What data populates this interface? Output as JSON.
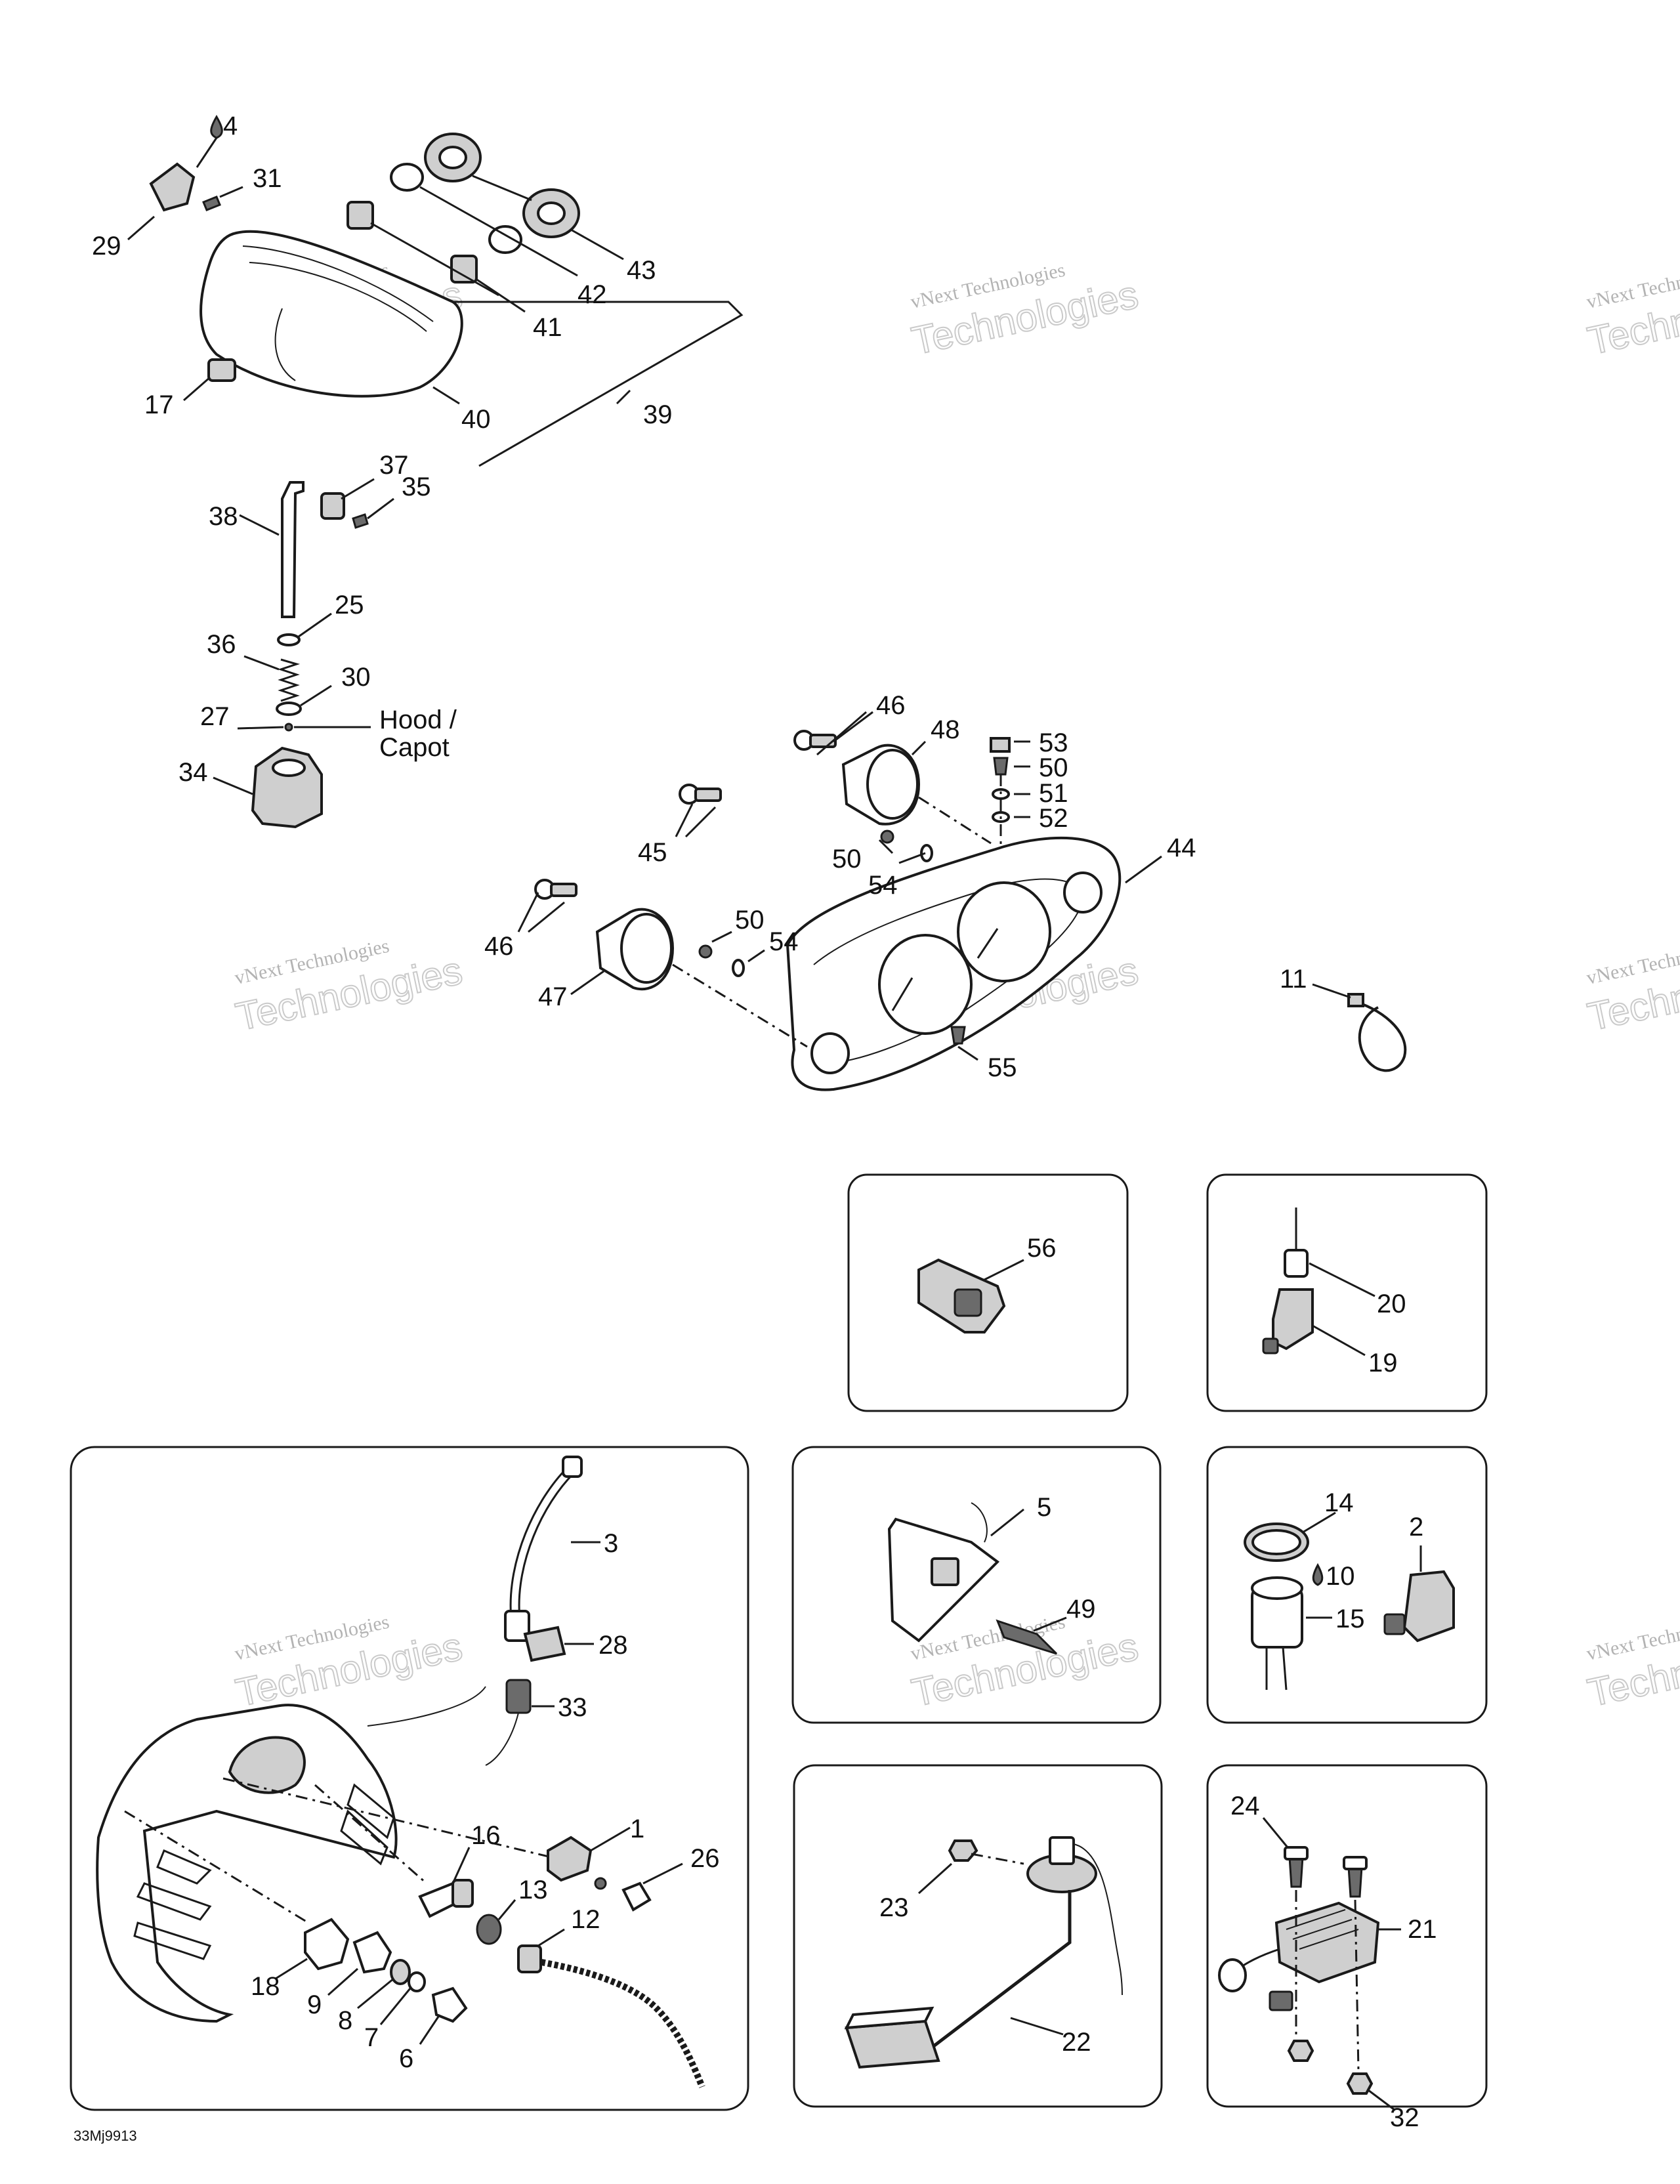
{
  "diagram": {
    "reference_code": "33Mj9913",
    "hood_label_line1": "Hood /",
    "hood_label_line2": "Capot",
    "watermark_line1": "vNext Technologies",
    "watermark_line2": "Technologies",
    "watermark_line3": "vNext",
    "callouts": {
      "p1": "1",
      "p2": "2",
      "p3": "3",
      "p4": "4",
      "p5": "5",
      "p6": "6",
      "p7": "7",
      "p8": "8",
      "p9": "9",
      "p10": "10",
      "p11": "11",
      "p12": "12",
      "p13": "13",
      "p14": "14",
      "p15": "15",
      "p16": "16",
      "p17": "17",
      "p18": "18",
      "p19": "19",
      "p20": "20",
      "p21": "21",
      "p22": "22",
      "p23": "23",
      "p24": "24",
      "p25": "25",
      "p26": "26",
      "p27": "27",
      "p28": "28",
      "p29": "29",
      "p30": "30",
      "p31": "31",
      "p32": "32",
      "p33": "33",
      "p34": "34",
      "p35": "35",
      "p36": "36",
      "p37": "37",
      "p38": "38",
      "p39": "39",
      "p40": "40",
      "p41": "41",
      "p42": "42",
      "p43": "43",
      "p44": "44",
      "p45": "45",
      "p46a": "46",
      "p46b": "46",
      "p47": "47",
      "p48": "48",
      "p49": "49",
      "p50a": "50",
      "p50b": "50",
      "p50c": "50",
      "p51": "51",
      "p52": "52",
      "p53": "53",
      "p54a": "54",
      "p54b": "54",
      "p55": "55",
      "p56": "56"
    }
  }
}
